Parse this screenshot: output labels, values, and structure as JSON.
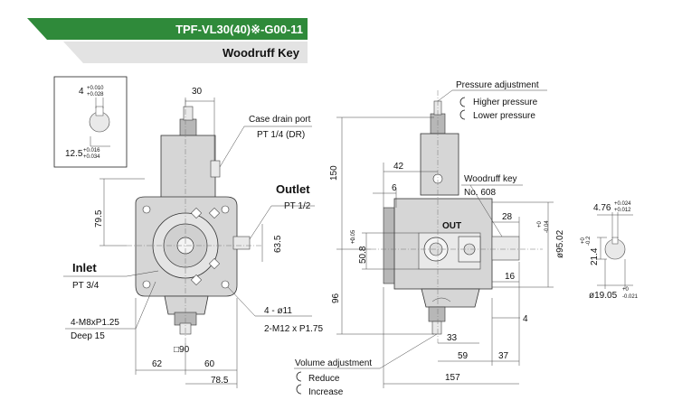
{
  "header": {
    "model": "TPF-VL30(40)※-G00-11",
    "variant": "Woodruff Key",
    "accent_color": "#2f8a3a"
  },
  "detail": {
    "key_width": "4",
    "key_width_tol_upper": "+0.010",
    "key_width_tol_lower": "+0.028",
    "key_depth": "12.5",
    "key_depth_tol_upper": "+0.016",
    "key_depth_tol_lower": "+0.034"
  },
  "front_view": {
    "dim_top_offset": "30",
    "dim_height_inlet": "79.5",
    "dim_height_outlet": "63.5",
    "square_90": "□90",
    "dim_62": "62",
    "dim_60": "60",
    "dim_78_5": "78.5",
    "case_drain_label": "Case drain port",
    "case_drain_spec": "PT 1/4 (DR)",
    "outlet_label": "Outlet",
    "outlet_spec": "PT 1/2",
    "inlet_label": "Inlet",
    "inlet_spec": "PT 3/4",
    "mount_holes": "4 - ø11",
    "mount_tap": "2-M12 x P1.75",
    "thread_spec": "4-M8xP1.25",
    "thread_depth": "Deep 15"
  },
  "side_view": {
    "pressure_adj": "Pressure adjustment",
    "higher": "Higher pressure",
    "lower": "Lower pressure",
    "woodruff_label": "Woodruff key",
    "woodruff_no": "No. 608",
    "out_marking": "OUT",
    "dim_150": "150",
    "dim_96": "96",
    "dim_42": "42",
    "dim_6": "6",
    "dim_28": "28",
    "dim_50_8": "50.8",
    "dim_50_8_tol_upper": "+0.05",
    "dim_50_8_tol_lower": "+0",
    "dim_95_02": "ø95.02",
    "dim_95_02_tol_upper": "+0",
    "dim_95_02_tol_lower": "-0.04",
    "dim_16": "16",
    "dim_4": "4",
    "dim_33": "33",
    "dim_59": "59",
    "dim_37": "37",
    "dim_157": "157",
    "volume_adj": "Volume adjustment",
    "reduce": "Reduce",
    "increase": "Increase"
  },
  "shaft_view": {
    "key_width": "4.76",
    "key_width_tol_upper": "+0.024",
    "key_width_tol_lower": "+0.012",
    "shaft_height": "21.4",
    "shaft_height_tol_upper": "+0",
    "shaft_height_tol_lower": "-0.2",
    "shaft_dia": "ø19.05",
    "shaft_dia_tol_upper": "+0",
    "shaft_dia_tol_lower": "-0.021"
  }
}
